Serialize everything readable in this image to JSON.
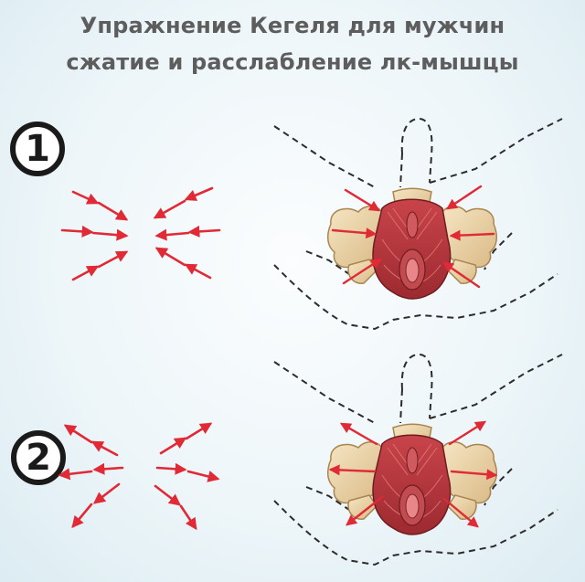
{
  "title_line1": "Упражнение Кегеля для мужчин",
  "title_line2": "сжатие и расслабление лк-мышцы",
  "steps": [
    {
      "number": "1"
    },
    {
      "number": "2"
    }
  ],
  "colors": {
    "arrow": "#e02a36",
    "outline": "#2c2c2c",
    "bone": "#f0d9ae",
    "muscle": "#b8343a",
    "title": "#5d5d5d"
  }
}
